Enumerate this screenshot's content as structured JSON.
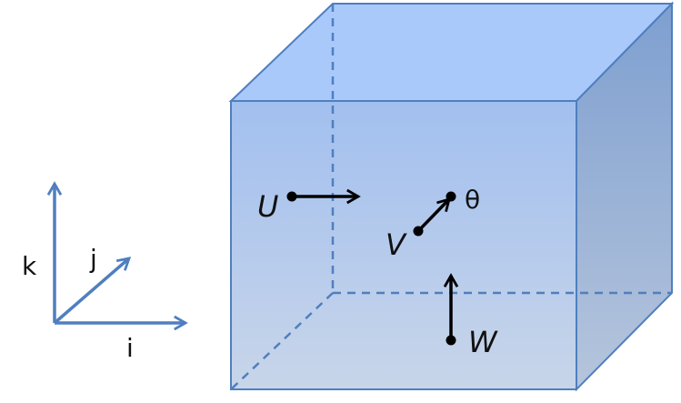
{
  "axes": {
    "color": "#4f7fbf",
    "labels": {
      "k": "k",
      "j": "j",
      "i": "i"
    }
  },
  "cube": {
    "front_top_color": "#9dbcee",
    "front_bottom_color": "#c5d3e8",
    "top_color": "#aac9fb",
    "side_color": "#7e9fd0",
    "edge_color": "#4f7fbf"
  },
  "vectors": {
    "arrow_color": "#000000",
    "labels": {
      "u": "U",
      "v": "V",
      "theta": "θ",
      "w": "W"
    }
  }
}
